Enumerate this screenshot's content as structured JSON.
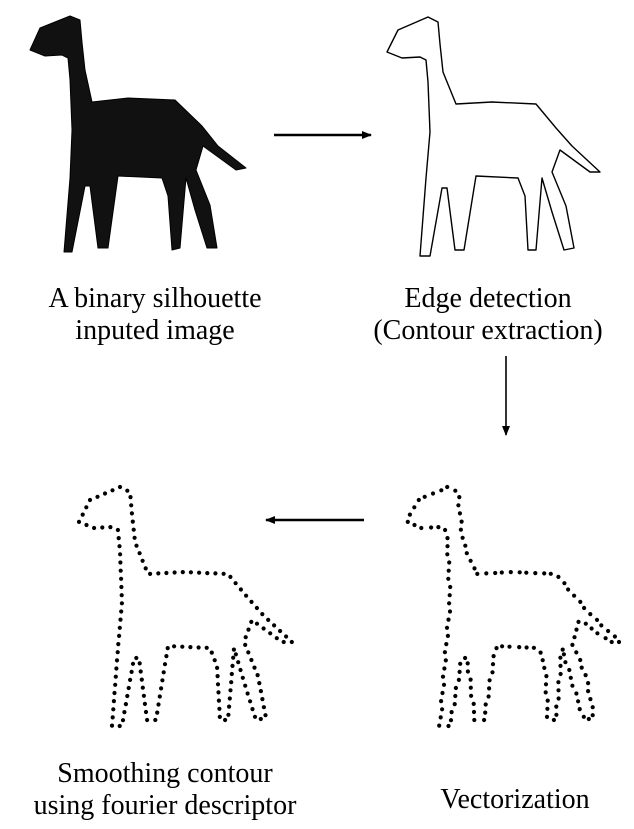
{
  "captions": {
    "silhouette": [
      "A binary silhouette",
      "inputed image"
    ],
    "edge": [
      "Edge detection",
      "(Contour extraction)"
    ],
    "smooth": [
      "Smoothing contour",
      "using fourier descriptor"
    ],
    "vector": [
      "Vectorization"
    ]
  },
  "colors": {
    "ink": "#000000",
    "fill": "#111111",
    "background": "#ffffff"
  }
}
